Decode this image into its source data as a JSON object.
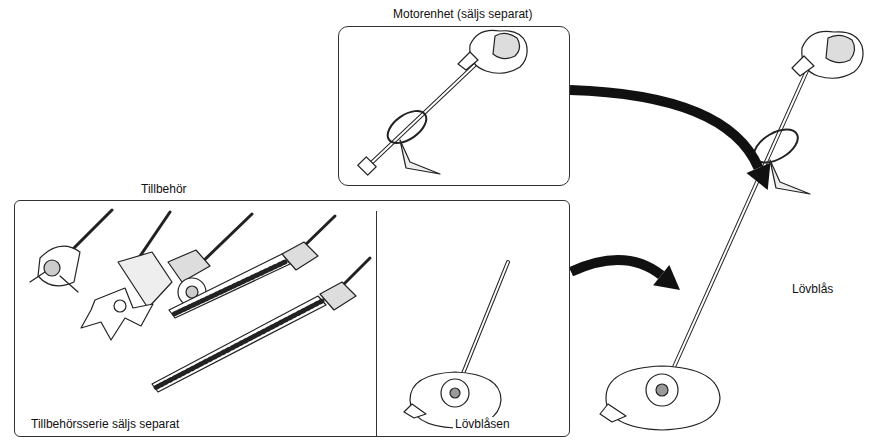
{
  "diagram": {
    "nodes": [
      {
        "text": [
          "Motorenhet (säljs separat)"
        ]
      },
      {
        "text": [
          "Tillbehör"
        ]
      },
      {
        "text": [
          "Tillbehörsserie säljs separat"
        ],
        "in": 1
      },
      {
        "text": [
          "Lövblåsen"
        ],
        "in": 1
      },
      {
        "text": [
          "Lövblås"
        ]
      }
    ],
    "edges": [
      {
        "from": 0,
        "to": 4,
        "arrow": "to"
      },
      {
        "from": 3,
        "to": 4,
        "arrow": "to"
      }
    ]
  }
}
